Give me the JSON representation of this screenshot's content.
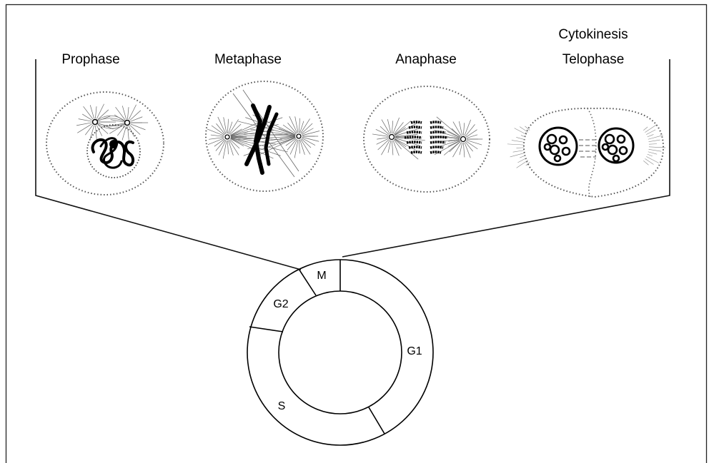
{
  "phases": [
    {
      "id": "prophase",
      "label": "Prophase"
    },
    {
      "id": "metaphase",
      "label": "Metaphase"
    },
    {
      "id": "anaphase",
      "label": "Anaphase"
    },
    {
      "id": "telophase",
      "label": "Telophase",
      "label_top": "Cytokinesis"
    }
  ],
  "cycle": {
    "segments": [
      {
        "id": "m",
        "label": "M"
      },
      {
        "id": "g1",
        "label": "G1"
      },
      {
        "id": "s",
        "label": "S"
      },
      {
        "id": "g2",
        "label": "G2"
      }
    ]
  }
}
